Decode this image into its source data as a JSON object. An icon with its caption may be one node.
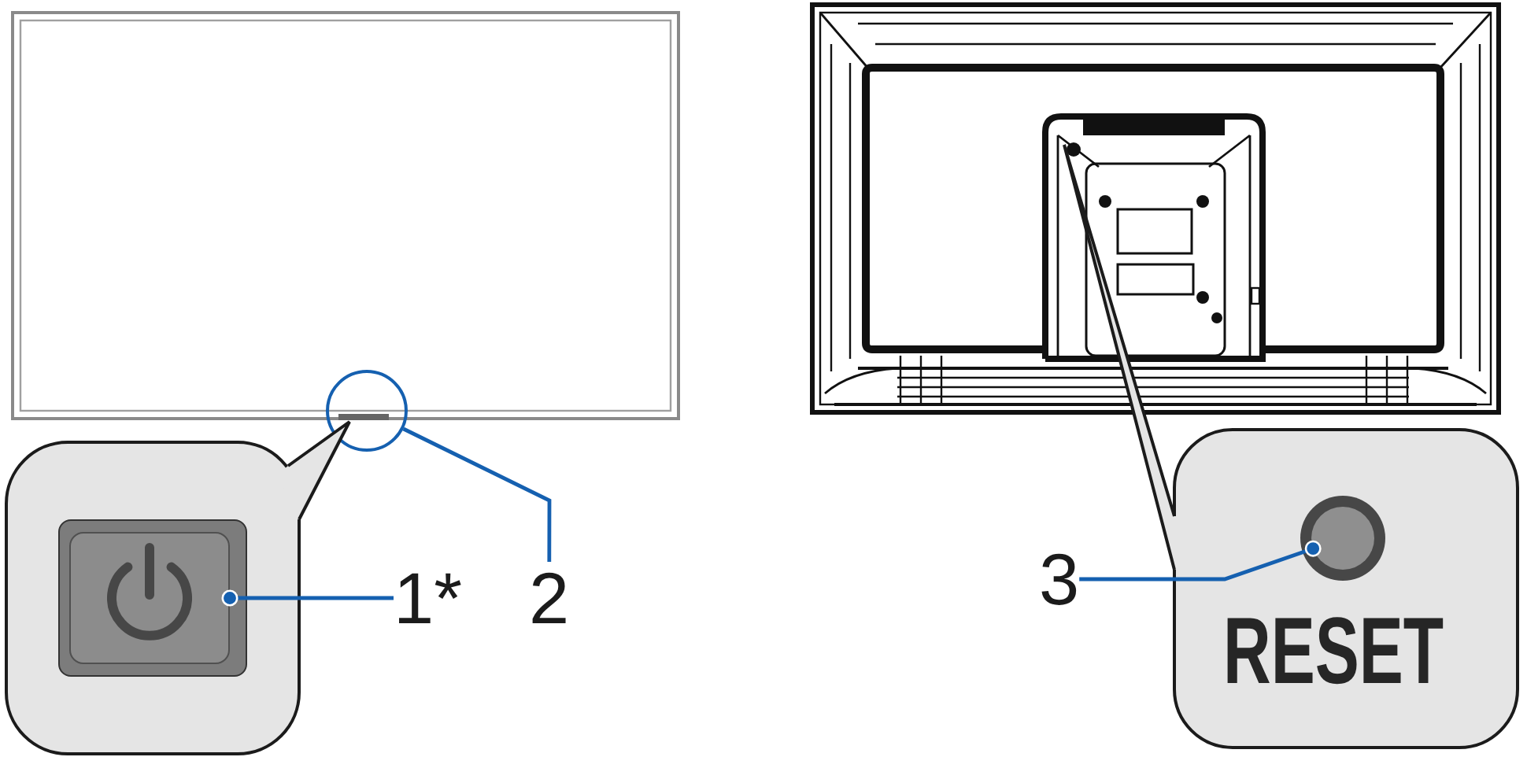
{
  "diagram": {
    "nodes": [
      {
        "text": [],
        "shape": "box"
      },
      {
        "text": [],
        "shape": "box",
        "in": 0
      },
      {
        "text": [
          "1*"
        ]
      },
      {
        "text": [],
        "shape": "circle"
      },
      {
        "text": [
          "2"
        ]
      },
      {
        "text": [
          "RESET"
        ]
      },
      {
        "text": [],
        "shape": "circle",
        "in": 5
      },
      {
        "text": [
          "3"
        ]
      }
    ],
    "edges": [
      {
        "from": 2,
        "to": 1,
        "arrow": "other"
      },
      {
        "from": 4,
        "to": 3,
        "arrow": "none"
      },
      {
        "from": 7,
        "to": 6,
        "arrow": "other"
      }
    ]
  }
}
